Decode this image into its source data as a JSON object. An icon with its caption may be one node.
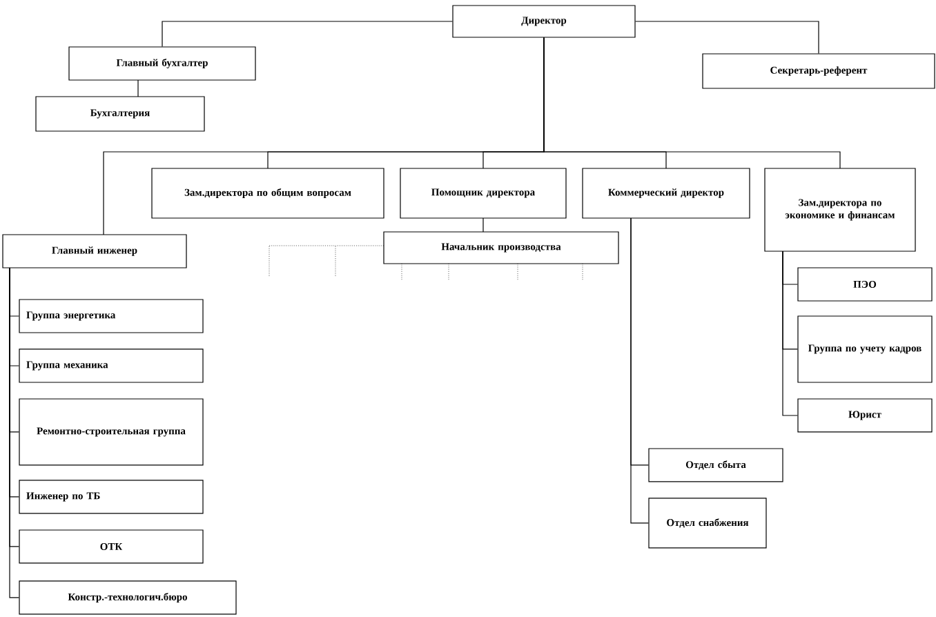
{
  "diagram": {
    "nodes": [
      {
        "text": [
          "Директор"
        ]
      },
      {
        "text": [
          "Главный бухгалтер"
        ]
      },
      {
        "text": [
          "Бухгалтерия"
        ]
      },
      {
        "text": [
          "Секретарь-референт"
        ]
      },
      {
        "text": [
          "Зам.директора по общим вопросам"
        ]
      },
      {
        "text": [
          "Помощник директора"
        ]
      },
      {
        "text": [
          "Коммерческий директор"
        ]
      },
      {
        "text": [
          "Зам.директора по экономике и финансам"
        ]
      },
      {
        "text": [
          "Главный инженер"
        ]
      },
      {
        "text": [
          "Начальник производства"
        ]
      },
      {
        "text": [
          "Группа энергетика"
        ]
      },
      {
        "text": [
          "Группа механика"
        ]
      },
      {
        "text": [
          "Ремонтно-строительная группа"
        ]
      },
      {
        "text": [
          "Инженер по ТБ"
        ]
      },
      {
        "text": [
          "ОТК"
        ]
      },
      {
        "text": [
          "Констр.-технологич.бюро"
        ]
      },
      {
        "text": [
          "ПЭО"
        ]
      },
      {
        "text": [
          "Группа по учету кадров"
        ]
      },
      {
        "text": [
          "Юрист"
        ]
      },
      {
        "text": [
          "Отдел сбыта"
        ]
      },
      {
        "text": [
          "Отдел снабжения"
        ]
      }
    ],
    "edges": [
      {
        "from": 0,
        "to": 1,
        "arrow": "none"
      },
      {
        "from": 1,
        "to": 2,
        "arrow": "none"
      },
      {
        "from": 0,
        "to": 3,
        "arrow": "none"
      },
      {
        "from": 0,
        "to": 4,
        "arrow": "none"
      },
      {
        "from": 0,
        "to": 5,
        "arrow": "none"
      },
      {
        "from": 0,
        "to": 6,
        "arrow": "none"
      },
      {
        "from": 0,
        "to": 7,
        "arrow": "none"
      },
      {
        "from": 0,
        "to": 8,
        "arrow": "none"
      },
      {
        "from": 5,
        "to": 9,
        "arrow": "none"
      },
      {
        "from": 8,
        "to": 10,
        "arrow": "none"
      },
      {
        "from": 8,
        "to": 11,
        "arrow": "none"
      },
      {
        "from": 8,
        "to": 12,
        "arrow": "none"
      },
      {
        "from": 8,
        "to": 13,
        "arrow": "none"
      },
      {
        "from": 8,
        "to": 14,
        "arrow": "none"
      },
      {
        "from": 8,
        "to": 15,
        "arrow": "none"
      },
      {
        "from": 7,
        "to": 16,
        "arrow": "none"
      },
      {
        "from": 7,
        "to": 17,
        "arrow": "none"
      },
      {
        "from": 7,
        "to": 18,
        "arrow": "none"
      },
      {
        "from": 6,
        "to": 19,
        "arrow": "none"
      },
      {
        "from": 6,
        "to": 20,
        "arrow": "none"
      }
    ]
  }
}
